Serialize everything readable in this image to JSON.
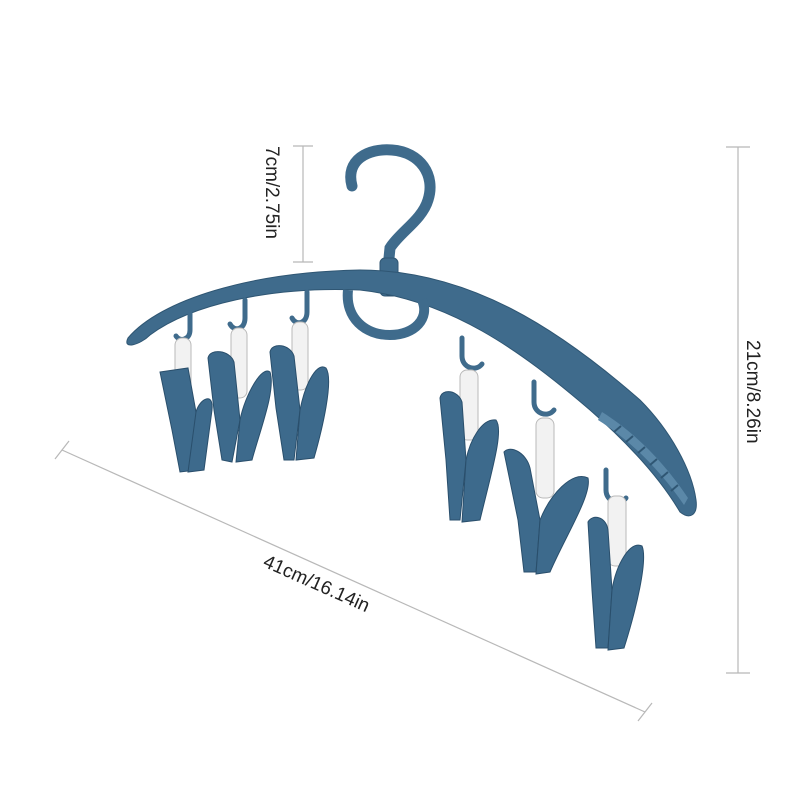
{
  "dimensions": {
    "hook_height": "7cm/2.75in",
    "total_height": "21cm/8.26in",
    "width": "41cm/16.14in"
  },
  "colors": {
    "hanger": "#3f6b8c",
    "clip_link": "#f2f2f2",
    "dimension_line": "#b8b8b8"
  },
  "product": {
    "clip_count": 6
  }
}
